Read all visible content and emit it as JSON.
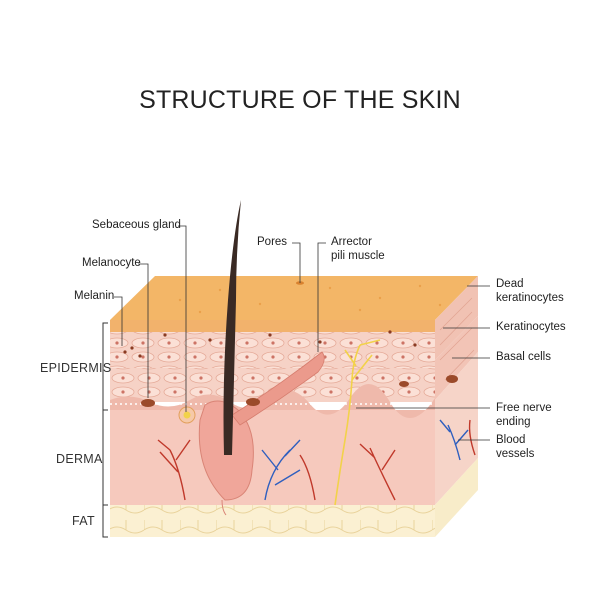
{
  "title": "STRUCTURE OF THE SKIN",
  "labels": {
    "sebaceous_gland": "Sebaceous gland",
    "melanocyte": "Melanocyte",
    "melanin": "Melanin",
    "pores": "Pores",
    "arrector_1": "Arrector",
    "arrector_2": "pili muscle",
    "dead_1": "Dead",
    "dead_2": "keratinocytes",
    "keratinocytes": "Keratinocytes",
    "basal_cells": "Basal cells",
    "nerve_1": "Free nerve",
    "nerve_2": "ending",
    "blood_1": "Blood",
    "blood_2": "vessels"
  },
  "layers": {
    "epidermis": "EPIDERMIS",
    "derma": "DERMA",
    "fat": "FAT"
  },
  "colors": {
    "surface": "#f3b667",
    "epidermis": "#f6d2c6",
    "derma": "#f6c9bd",
    "fat": "#fbefd0",
    "hair": "#3a2a24",
    "follicle": "#f0a69a",
    "muscle": "#eb9a8c",
    "nerve": "#f2d24a",
    "artery": "#c0392b",
    "vein": "#2f5fbf",
    "melanin": "#8a3b22"
  }
}
